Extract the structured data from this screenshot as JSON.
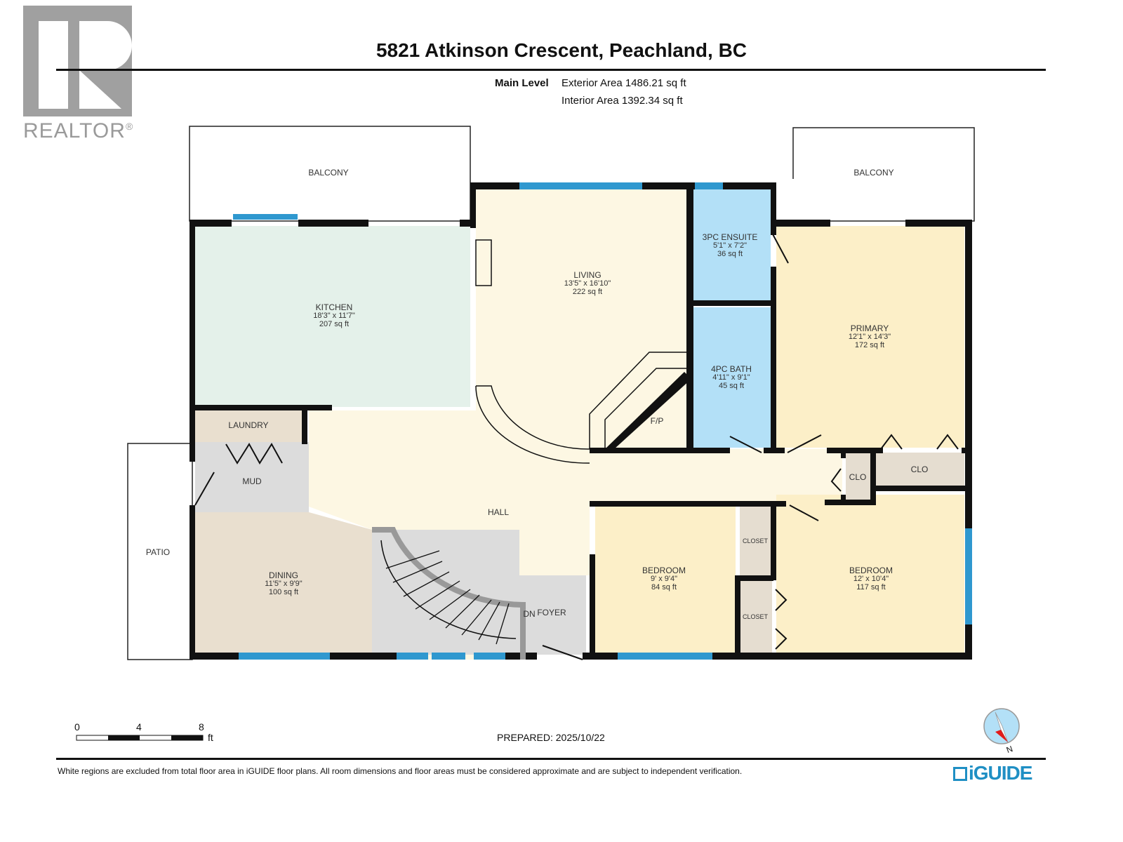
{
  "branding": {
    "realtor_logo_letter": "R",
    "realtor_text": "REALTOR",
    "registered_mark": "®",
    "iguide_logo": "iGUIDE"
  },
  "header": {
    "title": "5821 Atkinson Crescent, Peachland, BC",
    "level": "Main Level",
    "exterior_area": "Exterior Area 1486.21 sq ft",
    "interior_area": "Interior Area 1392.34 sq ft"
  },
  "rooms": {
    "balcony_left": {
      "name": "BALCONY"
    },
    "balcony_right": {
      "name": "BALCONY"
    },
    "kitchen": {
      "name": "KITCHEN",
      "dims": "18'3\" x 11'7\"",
      "area": "207 sq ft"
    },
    "living": {
      "name": "LIVING",
      "dims": "13'5\" x 16'10\"",
      "area": "222 sq ft"
    },
    "ensuite": {
      "name": "3PC ENSUITE",
      "dims": "5'1\" x 7'2\"",
      "area": "36 sq ft"
    },
    "bath": {
      "name": "4PC BATH",
      "dims": "4'11\" x 9'1\"",
      "area": "45 sq ft"
    },
    "primary": {
      "name": "PRIMARY",
      "dims": "12'1\" x 14'3\"",
      "area": "172 sq ft"
    },
    "fireplace": {
      "name": "F/P"
    },
    "laundry": {
      "name": "LAUNDRY"
    },
    "mud": {
      "name": "MUD"
    },
    "patio": {
      "name": "PATIO"
    },
    "hall": {
      "name": "HALL"
    },
    "dining": {
      "name": "DINING",
      "dims": "11'5\" x 9'9\"",
      "area": "100 sq ft"
    },
    "stairs": {
      "name": "DN"
    },
    "foyer": {
      "name": "FOYER"
    },
    "bedroom_1": {
      "name": "BEDROOM",
      "dims": "9' x 9'4\"",
      "area": "84 sq ft"
    },
    "bedroom_2": {
      "name": "BEDROOM",
      "dims": "12' x 10'4\"",
      "area": "117 sq ft"
    },
    "closet_1": {
      "name": "CLOSET"
    },
    "closet_2": {
      "name": "CLOSET"
    },
    "clo_1": {
      "name": "CLO"
    },
    "clo_2": {
      "name": "CLO"
    }
  },
  "scale": {
    "ticks": [
      "0",
      "4",
      "8"
    ],
    "unit": "ft"
  },
  "compass": {
    "label": "N"
  },
  "footer": {
    "prepared": "PREPARED: 2025/10/22",
    "disclaimer": "White regions are excluded from total floor area in iGUIDE floor plans. All room dimensions and floor areas must be considered approximate and are subject to independent verification."
  },
  "colors": {
    "kitchen": "#e4f1ea",
    "living": "#fdf7e3",
    "bath": "#b3e0f7",
    "bedroom": "#fcefc8",
    "dining": "#e9dfcf",
    "mud": "#dcdcdc",
    "closet": "#e5ddd0",
    "window": "#2f98cf",
    "wall": "#111111"
  }
}
